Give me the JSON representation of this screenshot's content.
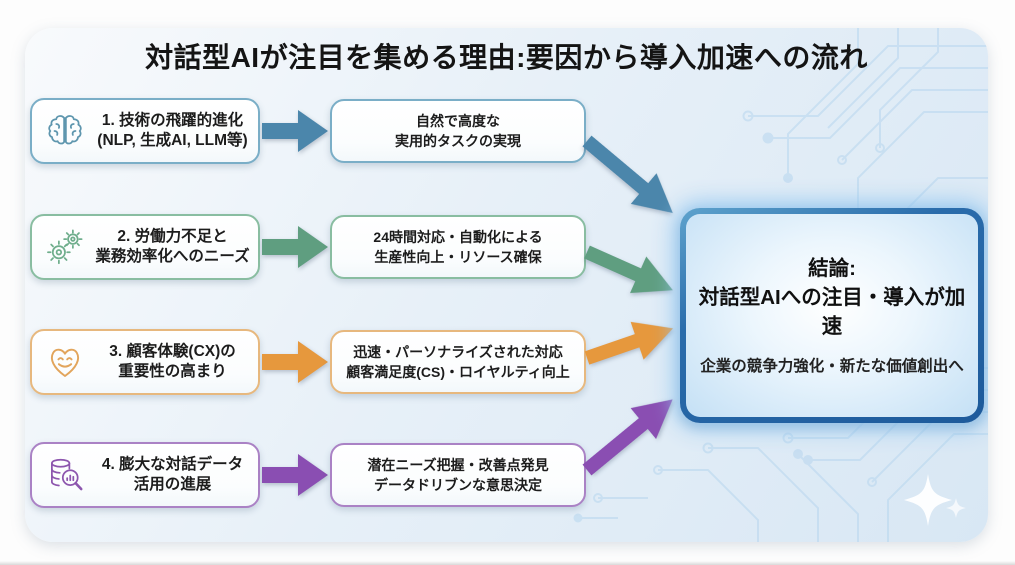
{
  "title": "対話型AIが注目を集める理由:要因から導入加速への流れ",
  "rows": [
    {
      "factor_line1": "1. 技術の飛躍的進化",
      "factor_line2": "(NLP, 生成AI, LLM等)",
      "outcome_line1": "自然で高度な",
      "outcome_line2": "実用的タスクの実現",
      "icon": "brain-icon",
      "arrow_color": "#4b86ab",
      "border_color": "#7aaec7"
    },
    {
      "factor_line1": "2. 労働力不足と",
      "factor_line2": "業務効率化へのニーズ",
      "outcome_line1": "24時間対応・自動化による",
      "outcome_line2": "生産性向上・リソース確保",
      "icon": "gears-icon",
      "arrow_color": "#5f9e80",
      "border_color": "#89bda1"
    },
    {
      "factor_line1": "3. 顧客体験(CX)の",
      "factor_line2": "重要性の高まり",
      "outcome_line1": "迅速・パーソナライズされた対応",
      "outcome_line2": "顧客満足度(CS)・ロイヤルティ向上",
      "icon": "smiling-heart-icon",
      "arrow_color": "#e6983d",
      "border_color": "#e7b87e"
    },
    {
      "factor_line1": "4. 膨大な対話データ",
      "factor_line2": "活用の進展",
      "outcome_line1": "潜在ニーズ把握・改善点発見",
      "outcome_line2": "データドリブンな意思決定",
      "icon": "data-search-icon",
      "arrow_color": "#8a4eb2",
      "border_color": "#aa82c5"
    }
  ],
  "conclusion": {
    "line1": "結論:",
    "line2": "対話型AIへの注目・導入が加速",
    "line3": "企業の競争力強化・新たな価値創出へ"
  },
  "colors": {
    "conclusion_border": "#1d5a9b",
    "conclusion_glow": "#bfe0f5",
    "card_background": "#e3eef7",
    "title_text": "#141414"
  }
}
